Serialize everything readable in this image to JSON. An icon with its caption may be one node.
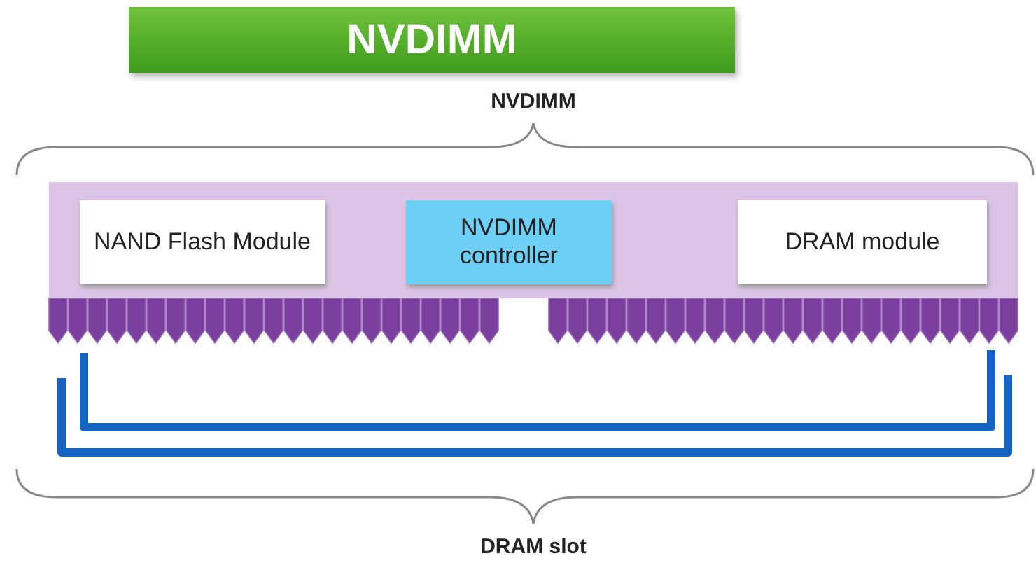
{
  "diagram": {
    "title": "NVDIMM",
    "nodes": [
      {
        "text": [],
        "shape": "box"
      },
      {
        "text": [
          "NAND Flash Module"
        ],
        "in": 0
      },
      {
        "text": [
          "NVDIMM controller"
        ],
        "in": 0
      },
      {
        "text": [
          "DRAM module"
        ],
        "in": 0
      }
    ],
    "labels": [
      "NVDIMM",
      "DRAM slot"
    ]
  }
}
